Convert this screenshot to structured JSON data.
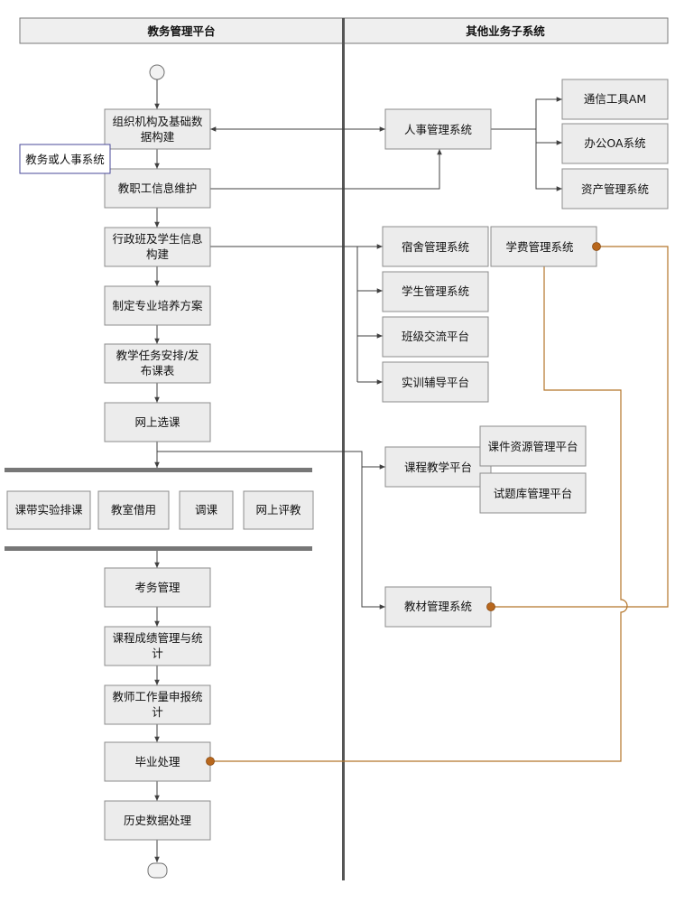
{
  "lanes": {
    "left_header": "教务管理平台",
    "right_header": "其他业务子系统"
  },
  "colors": {
    "box_fill": "#ececec",
    "box_border": "#8c8c8c",
    "connector_orange": "#b5762a",
    "dot_orange": "#b8671d",
    "flow_line": "#404040",
    "lane_divider": "#555555"
  },
  "main_flow": [
    {
      "id": "org",
      "lines": [
        "组织机构及基础数",
        "据构建"
      ]
    },
    {
      "id": "staff",
      "lines": [
        "教职工信息维护"
      ]
    },
    {
      "id": "class",
      "lines": [
        "行政班及学生信息",
        "构建"
      ]
    },
    {
      "id": "plan",
      "lines": [
        "制定专业培养方案"
      ]
    },
    {
      "id": "task",
      "lines": [
        "教学任务安排/发",
        "布课表"
      ]
    },
    {
      "id": "elect",
      "lines": [
        "网上选课"
      ]
    },
    {
      "id": "exam",
      "lines": [
        "考务管理"
      ]
    },
    {
      "id": "score",
      "lines": [
        "课程成绩管理与统",
        "计"
      ]
    },
    {
      "id": "workload",
      "lines": [
        "教师工作量申报统",
        "计"
      ]
    },
    {
      "id": "grad",
      "lines": [
        "毕业处理"
      ]
    },
    {
      "id": "history",
      "lines": [
        "历史数据处理"
      ]
    }
  ],
  "side_note": "教务或人事系统",
  "parallel_tasks": [
    "课带实验排课",
    "教室借用",
    "调课",
    "网上评教"
  ],
  "subsystems": {
    "hr": "人事管理系统",
    "comm": "通信工具AM",
    "oa": "办公OA系统",
    "asset": "资产管理系统",
    "dorm": "宿舍管理系统",
    "fee": "学费管理系统",
    "student": "学生管理系统",
    "classcomm": "班级交流平台",
    "training": "实训辅导平台",
    "teaching": "课程教学平台",
    "courseware": "课件资源管理平台",
    "question": "试题库管理平台",
    "textbook": "教材管理系统"
  }
}
